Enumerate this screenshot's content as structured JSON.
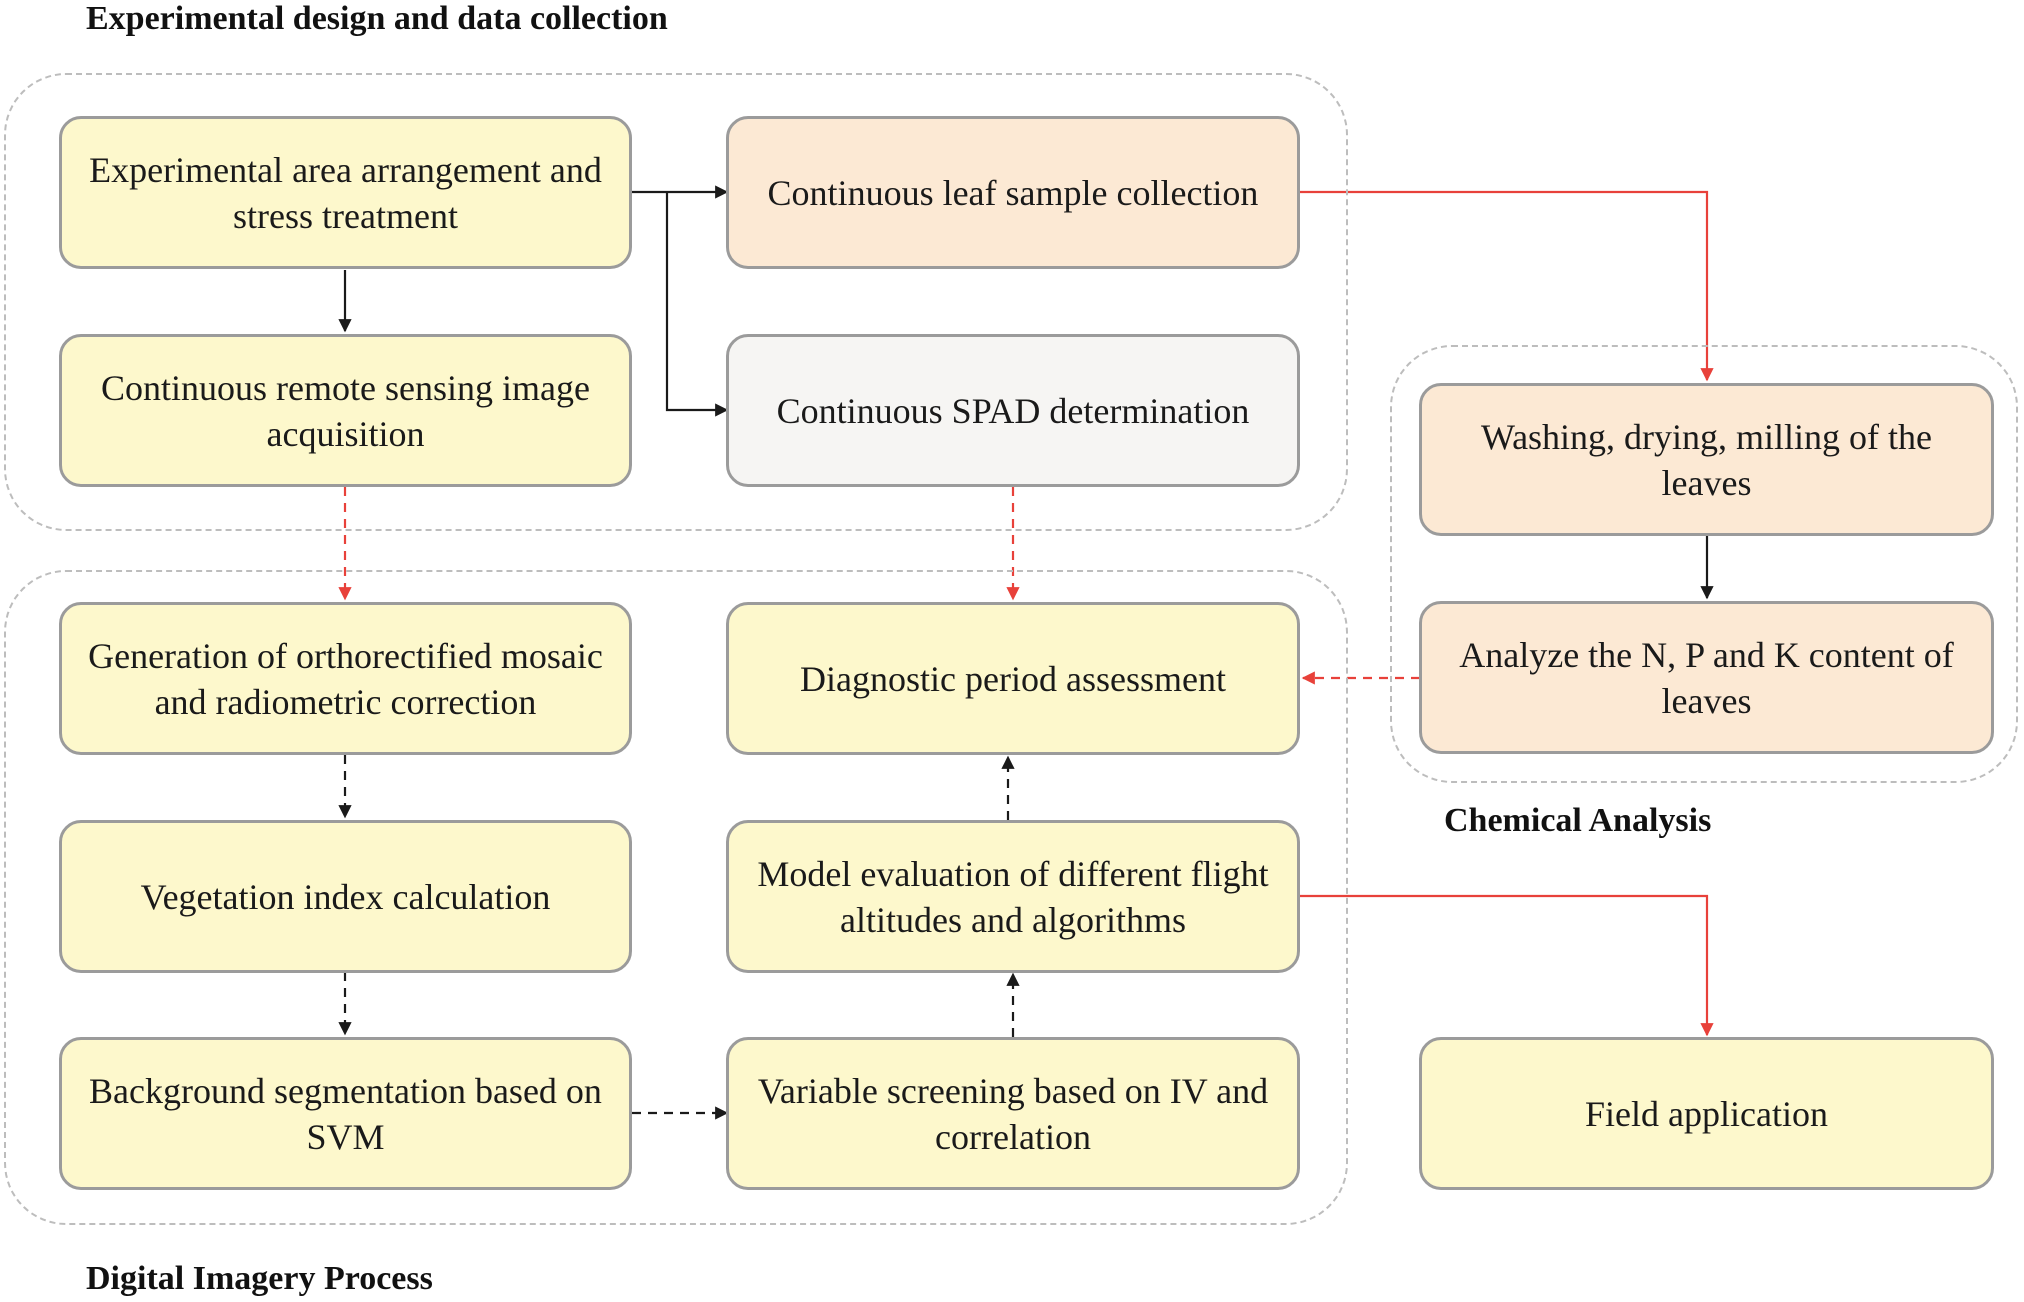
{
  "sections": {
    "experimental": "Experimental design and data collection",
    "digital": "Digital Imagery Process",
    "chemical": "Chemical Analysis"
  },
  "boxes": {
    "area_arrangement": "Experimental area arrangement and stress treatment",
    "leaf_sample": "Continuous leaf sample collection",
    "remote_sensing": "Continuous remote sensing image acquisition",
    "spad": "Continuous SPAD determination",
    "washing": "Washing, drying, milling of the leaves",
    "analyze_npk": "Analyze the N, P and K content of leaves",
    "orthomosaic": "Generation of orthorectified mosaic and radiometric correction",
    "diagnostic": "Diagnostic period assessment",
    "vegetation_index": "Vegetation index calculation",
    "model_evaluation": "Model evaluation of different flight altitudes and algorithms",
    "background_segmentation": "Background segmentation based on SVM",
    "variable_screening": "Variable screening based on IV and correlation",
    "field_application": "Field application"
  },
  "colors": {
    "yellow_fill": "#fdf8cc",
    "peach_fill": "#fce9d4",
    "grey_fill": "#f6f5f3",
    "box_border": "#9b9b9b",
    "frame": "#bdbdbd",
    "red_arrow": "#e8413a",
    "black_arrow": "#1a1a1a"
  }
}
